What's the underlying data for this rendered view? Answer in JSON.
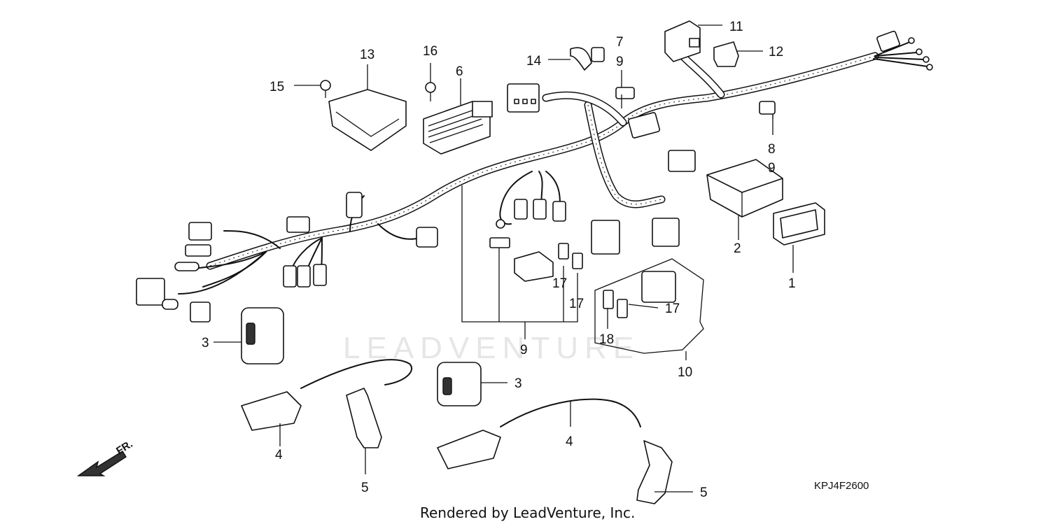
{
  "labels": {
    "l1": "1",
    "l2": "2",
    "l3a": "3",
    "l3b": "3",
    "l4a": "4",
    "l4b": "4",
    "l5a": "5",
    "l5b": "5",
    "l6": "6",
    "l7": "7",
    "l8": "8",
    "l9a": "9",
    "l9b": "9",
    "l9c": "9",
    "l10": "10",
    "l11": "11",
    "l12": "12",
    "l13": "13",
    "l14": "14",
    "l15": "15",
    "l16": "16",
    "l17a": "17",
    "l17b": "17",
    "l17c": "17",
    "l18": "18"
  },
  "diagram_code": "KPJ4F2600",
  "credit": "Rendered by LeadVenture, Inc.",
  "watermark": "LEADVENTURE",
  "direction": {
    "label": "FR.",
    "icon": "front-arrow-icon"
  }
}
